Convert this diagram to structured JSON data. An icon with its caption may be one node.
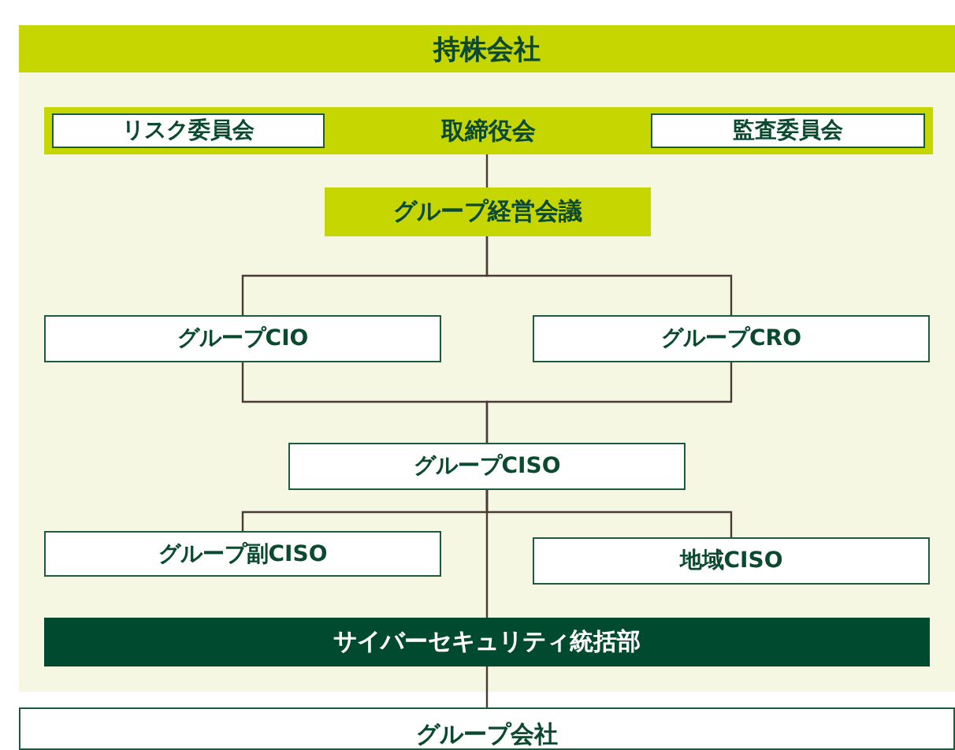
{
  "diagram": {
    "nodes": [
      {
        "text": [
          "持株会社"
        ]
      },
      {
        "text": [
          "取締役会"
        ],
        "in": 0
      },
      {
        "text": [
          "リスク委員会"
        ],
        "in": 1
      },
      {
        "text": [
          "監査委員会"
        ],
        "in": 1
      },
      {
        "text": [
          "グループ経営会議"
        ],
        "in": 0
      },
      {
        "text": [
          "グループCIO"
        ],
        "in": 0
      },
      {
        "text": [
          "グループCRO"
        ],
        "in": 0
      },
      {
        "text": [
          "グループCISO"
        ],
        "in": 0
      },
      {
        "text": [
          "グループ副CISO"
        ],
        "in": 0
      },
      {
        "text": [
          "地域CISO"
        ],
        "in": 0
      },
      {
        "text": [
          "サイバーセキュリティ統括部"
        ],
        "in": 0
      },
      {
        "text": [
          "グループ会社"
        ]
      }
    ],
    "edges": [
      {
        "from": 1,
        "to": 4,
        "arrow": "none"
      },
      {
        "from": 4,
        "to": 5,
        "arrow": "none"
      },
      {
        "from": 4,
        "to": 6,
        "arrow": "none"
      },
      {
        "from": 5,
        "to": 7,
        "arrow": "none"
      },
      {
        "from": 6,
        "to": 7,
        "arrow": "none"
      },
      {
        "from": 7,
        "to": 8,
        "arrow": "none"
      },
      {
        "from": 7,
        "to": 9,
        "arrow": "none"
      },
      {
        "from": 7,
        "to": 10,
        "arrow": "none"
      },
      {
        "from": 10,
        "to": 11,
        "arrow": "none"
      }
    ]
  }
}
